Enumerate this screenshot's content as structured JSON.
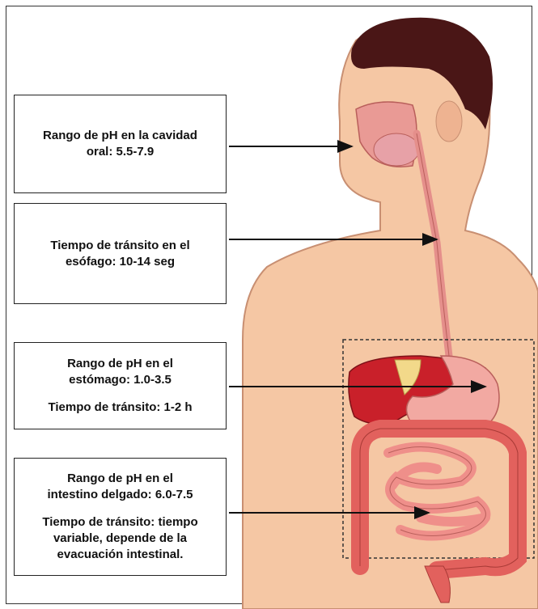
{
  "annotations": [
    {
      "id": "oral",
      "lines": [
        "Rango de pH en la cavidad",
        "oral: 5.5-7.9"
      ]
    },
    {
      "id": "esophagus",
      "lines": [
        "Tiempo de tránsito en el",
        "esófago: 10-14 seg"
      ]
    },
    {
      "id": "stomach",
      "lines": [
        "Rango de pH en el",
        "estómago: 1.0-3.5"
      ],
      "extra": [
        "Tiempo de tránsito: 1-2 h"
      ]
    },
    {
      "id": "intestine",
      "lines": [
        "Rango de pH en el",
        "intestino delgado: 6.0-7.5"
      ],
      "extra": [
        "Tiempo de tránsito: tiempo",
        "variable, depende de la",
        "evacuación intestinal."
      ]
    }
  ],
  "colors": {
    "skin": "#f5c7a4",
    "hair": "#4a1616",
    "esophagus": "#e58f8b",
    "liver": "#c9202a",
    "stomach": "#f2a9a2",
    "intestine": "#ef8f8a",
    "colon": "#e2615d"
  }
}
